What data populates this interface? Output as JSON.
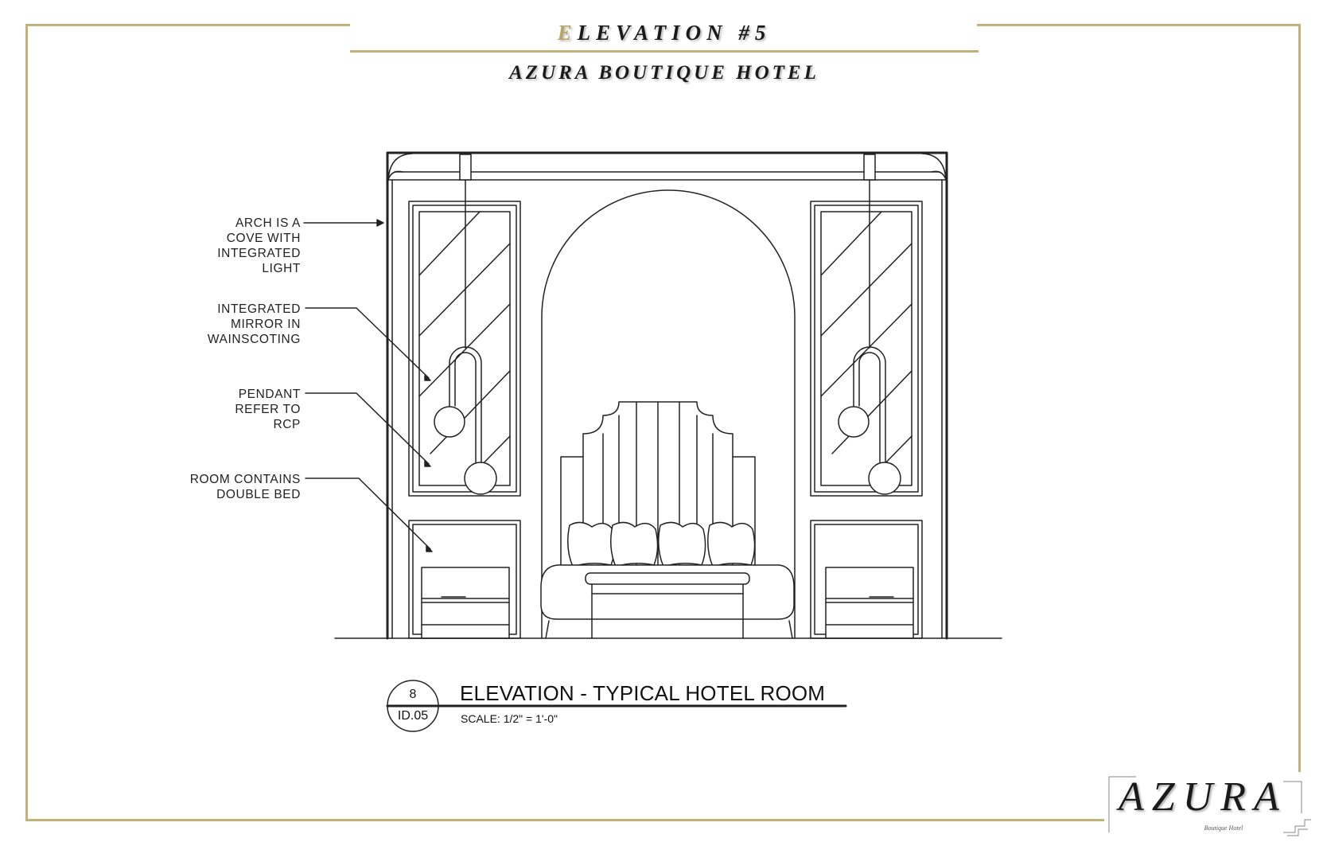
{
  "header": {
    "title_initial": "E",
    "title_rest": "LEVATION #5",
    "subtitle": "AZURA BOUTIQUE HOTEL"
  },
  "notes": [
    {
      "text": "ARCH IS A\nCOVE WITH\nINTEGRATED\nLIGHT"
    },
    {
      "text": "INTEGRATED\nMIRROR IN\nWAINSCOTING"
    },
    {
      "text": "PENDANT\nREFER TO\nRCP"
    },
    {
      "text": "ROOM CONTAINS\nDOUBLE BED"
    }
  ],
  "detail_tag": {
    "number": "8",
    "sheet": "ID.05",
    "title": "ELEVATION - TYPICAL HOTEL ROOM",
    "scale": "SCALE: 1/2\" = 1'-0\""
  },
  "logo": {
    "wordmark": "AZURA",
    "tagline": "Boutique Hotel"
  },
  "colors": {
    "frame_gold": "#c2b27a",
    "line": "#222222"
  }
}
